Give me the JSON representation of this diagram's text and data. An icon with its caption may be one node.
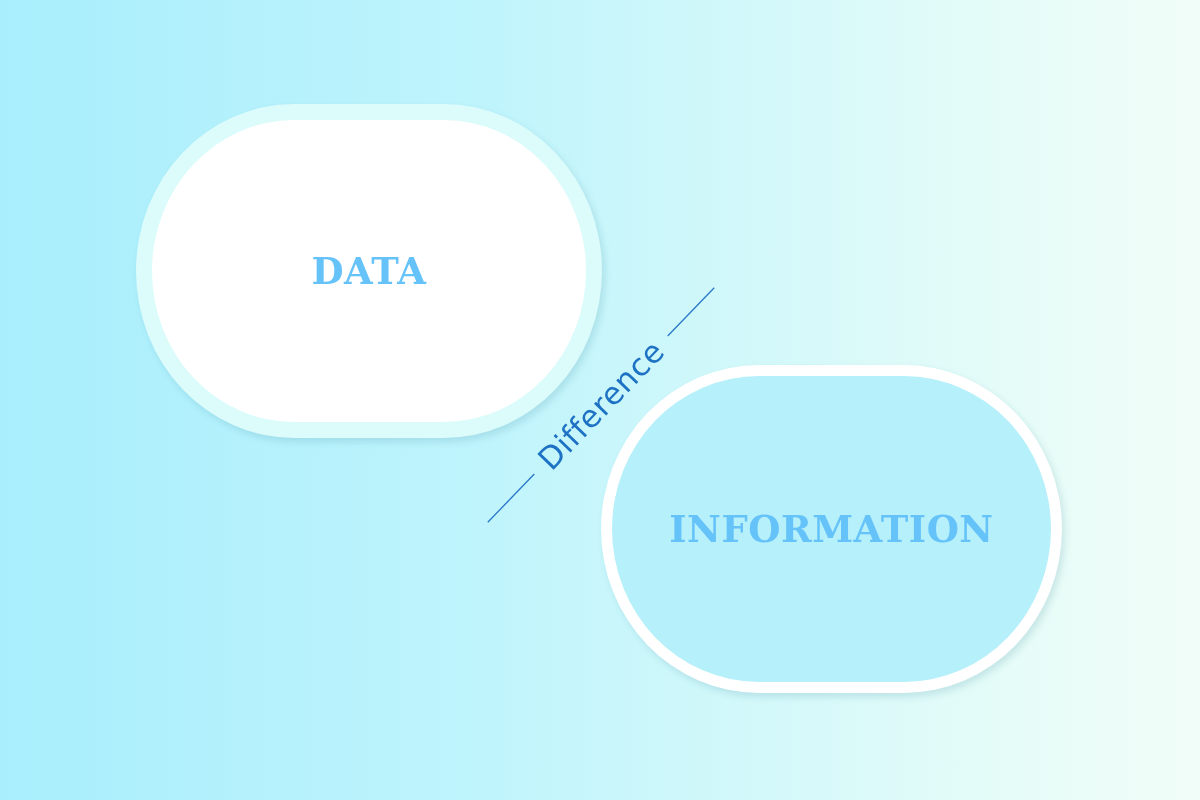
{
  "diagram": {
    "nodes": [
      {
        "text": [
          "DATA"
        ]
      },
      {
        "text": [
          "INFORMATION"
        ]
      }
    ],
    "labels": [
      "Difference"
    ]
  }
}
